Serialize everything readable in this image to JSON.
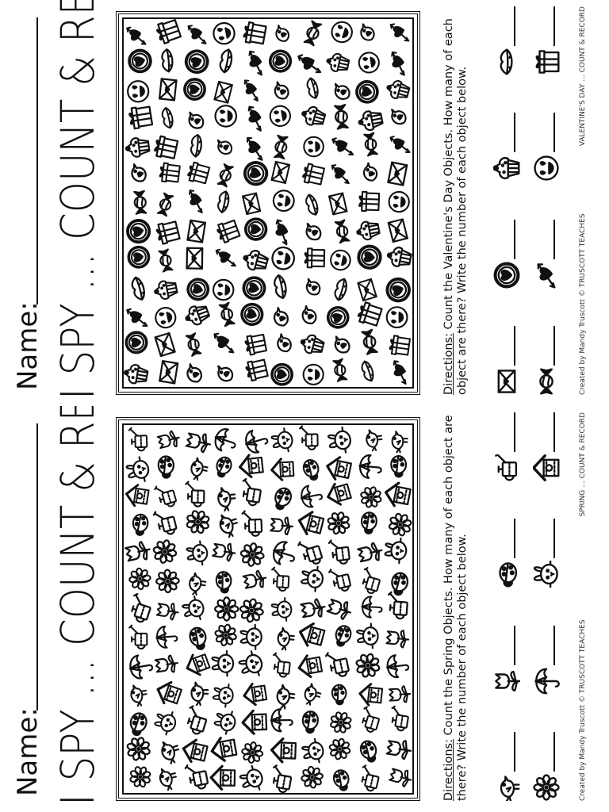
{
  "page": {
    "title": "I SPY ... COUNT & RECORD"
  },
  "worksheets": [
    {
      "id": "spring",
      "name_label": "Name:",
      "title": "I SPY ... COUNT & RECORD",
      "directions_label": "Directions:",
      "directions_text": "Count the Spring Objects. How many of each object are there? Write the number of each object below.",
      "grid_icons": [
        "flower",
        "bird",
        "ladybug",
        "birdhouse",
        "bunny",
        "tulip",
        "umbrella",
        "watering-can"
      ],
      "key": [
        {
          "icon": "bird",
          "row": 1
        },
        {
          "icon": "tulip",
          "row": 1
        },
        {
          "icon": "ladybug",
          "row": 1
        },
        {
          "icon": "watering-can",
          "row": 1
        },
        {
          "icon": "flower",
          "row": 2
        },
        {
          "icon": "umbrella",
          "row": 2
        },
        {
          "icon": "bunny",
          "row": 2
        },
        {
          "icon": "birdhouse",
          "row": 2
        }
      ],
      "footer_left": "Created by Mandy Truscott © TRUSCOTT TEACHES",
      "footer_right": "SPRING ... COUNT & RECORD"
    },
    {
      "id": "valentine",
      "name_label": "Name:",
      "title": "I SPY ... COUNT & RECORD",
      "directions_label": "Directions:",
      "directions_text": "Count the Valentine's Day Objects. How many of each object are there? Write the number of each object below.",
      "grid_icons": [
        "envelope",
        "heart-medallion",
        "smiley",
        "lips",
        "cupcake",
        "gift",
        "candy",
        "lovebird",
        "heart-arrow"
      ],
      "key": [
        {
          "icon": "envelope",
          "row": 1
        },
        {
          "icon": "heart-medallion",
          "row": 1
        },
        {
          "icon": "cupcake",
          "row": 1
        },
        {
          "icon": "lips",
          "row": 1
        },
        {
          "icon": "candy",
          "row": 2
        },
        {
          "icon": "heart-arrow",
          "row": 2
        },
        {
          "icon": "smiley",
          "row": 2
        },
        {
          "icon": "gift",
          "row": 2
        }
      ],
      "footer_left": "Created by Mandy Truscott © TRUSCOTT TEACHES",
      "footer_right": "VALENTINE'S DAY ... COUNT & RECORD"
    }
  ]
}
